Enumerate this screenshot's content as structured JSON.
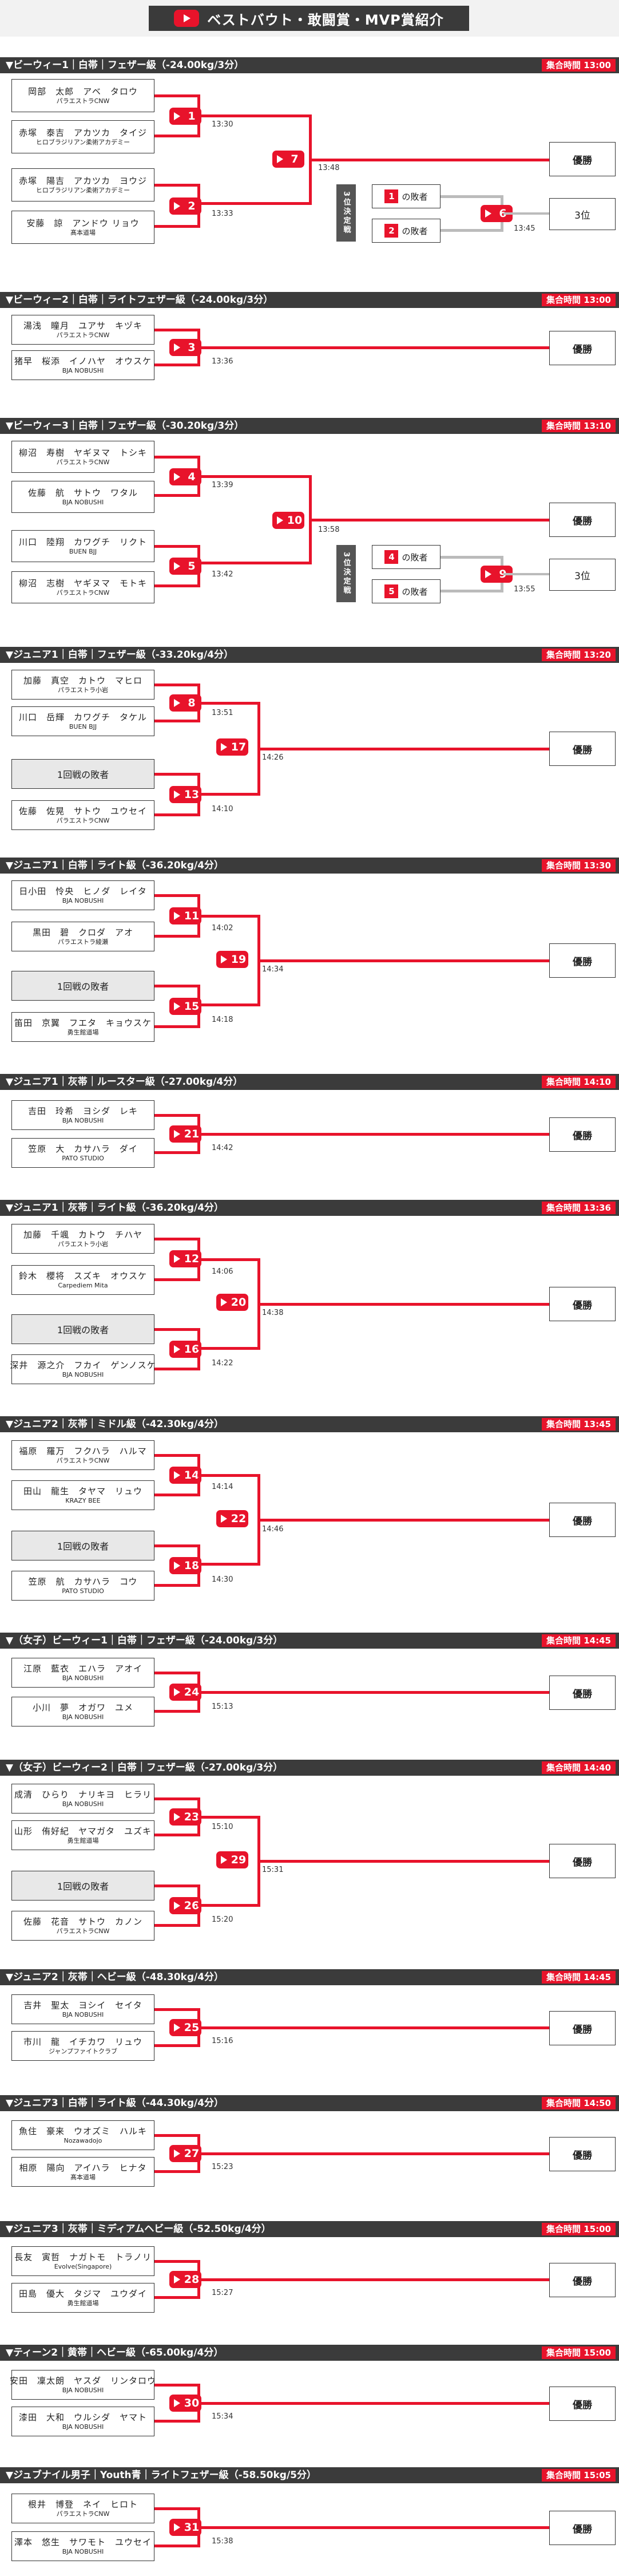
{
  "header": {
    "title": "ベストバウト・敢闘賞・MVP賞紹介",
    "icon": "play-icon"
  },
  "labels": {
    "winner": "優勝",
    "third": "3位",
    "loser_of": "の敗者",
    "third_place_match": "3位決定戦",
    "first_round_loser": "1回戦の敗者"
  },
  "colors": {
    "accent": "#e8132b",
    "header_bg": "#3b3b3b"
  },
  "s1": {
    "title": "▼ビーウィー1｜白帯｜フェザー級（-24.00kg/3分）",
    "time": "集合時間 13:00",
    "p": [
      {
        "name": "岡部　太郎　アベ　タロウ",
        "team": "パラエストラCNW"
      },
      {
        "name": "赤塚　泰吉　アカツカ　タイジ",
        "team": "ヒロブラジリアン柔術アカデミー"
      },
      {
        "name": "赤塚　陽吉　アカツカ　ヨウジ",
        "team": "ヒロブラジリアン柔術アカデミー"
      },
      {
        "name": "安藤　諒　アンドウ リョウ",
        "team": "髙本道場"
      }
    ],
    "m": [
      "1",
      "2",
      "7",
      "6"
    ],
    "t": [
      "13:30",
      "13:33",
      "13:48",
      "13:45"
    ],
    "l1": "1",
    "l2": "2"
  },
  "s2": {
    "title": "▼ビーウィー2｜白帯｜ライトフェザー級（-24.00kg/3分）",
    "time": "集合時間 13:00",
    "p": [
      {
        "name": "湯浅　瞳月　ユアサ　キヅキ",
        "team": "パラエストラCNW"
      },
      {
        "name": "猪早　桜添　イノハヤ　オウスケ",
        "team": "BJA NOBUSHI"
      }
    ],
    "m": [
      "3"
    ],
    "t": [
      "13:36"
    ]
  },
  "s3": {
    "title": "▼ビーウィー3｜白帯｜フェザー級（-30.20kg/3分）",
    "time": "集合時間 13:10",
    "p": [
      {
        "name": "柳沼　寿樹　ヤギヌマ　トシキ",
        "team": "パラエストラCNW"
      },
      {
        "name": "佐藤　航　サトウ　ワタル",
        "team": "BJA NOBUSHI"
      },
      {
        "name": "川口　陸翔　カワグチ　リクト",
        "team": "BUEN BJJ"
      },
      {
        "name": "柳沼　志樹　ヤギヌマ　モトキ",
        "team": "パラエストラCNW"
      }
    ],
    "m": [
      "4",
      "5",
      "10",
      "9"
    ],
    "t": [
      "13:39",
      "13:42",
      "13:58",
      "13:55"
    ],
    "l1": "4",
    "l2": "5"
  },
  "s4": {
    "title": "▼ジュニア1｜白帯｜フェザー級（-33.20kg/4分）",
    "time": "集合時間 13:20",
    "p": [
      {
        "name": "加藤　真空　カトウ　マヒロ",
        "team": "パラエストラ小岩"
      },
      {
        "name": "川口　岳輝　カワグチ　タケル",
        "team": "BUEN BJJ"
      },
      {
        "name": "佐藤　佐晃　サトウ　ユウセイ",
        "team": "パラエストラCNW"
      }
    ],
    "m": [
      "8",
      "13",
      "17"
    ],
    "t": [
      "13:51",
      "14:10",
      "14:26"
    ]
  },
  "s5": {
    "title": "▼ジュニア1｜白帯｜ライト級（-36.20kg/4分）",
    "time": "集合時間 13:30",
    "p": [
      {
        "name": "日小田　怜央　ヒノダ　レイタ",
        "team": "BJA NOBUSHI"
      },
      {
        "name": "黒田　碧　クロダ　アオ",
        "team": "パラエストラ綾瀬"
      },
      {
        "name": "笛田　京翼　フエタ　キョウスケ",
        "team": "勇生館道場"
      }
    ],
    "m": [
      "11",
      "15",
      "19"
    ],
    "t": [
      "14:02",
      "14:18",
      "14:34"
    ]
  },
  "s6": {
    "title": "▼ジュニア1｜灰帯｜ルースター級（-27.00kg/4分）",
    "time": "集合時間 14:10",
    "p": [
      {
        "name": "吉田　玲希　ヨシダ　レキ",
        "team": "BJA NOBUSHI"
      },
      {
        "name": "笠原　大　カサハラ　ダイ",
        "team": "PATO STUDIO"
      }
    ],
    "m": [
      "21"
    ],
    "t": [
      "14:42"
    ]
  },
  "s7": {
    "title": "▼ジュニア1｜灰帯｜ライト級（-36.20kg/4分）",
    "time": "集合時間 13:36",
    "p": [
      {
        "name": "加藤　千颯　カトウ　チハヤ",
        "team": "パラエストラ小岩"
      },
      {
        "name": "鈴木　櫻将　スズキ　オウスケ",
        "team": "Carpediem Mita"
      },
      {
        "name": "深井　源之介　フカイ　ゲンノスケ",
        "team": "BJA NOBUSHI"
      }
    ],
    "m": [
      "12",
      "16",
      "20"
    ],
    "t": [
      "14:06",
      "14:22",
      "14:38"
    ]
  },
  "s8": {
    "title": "▼ジュニア2｜灰帯｜ミドル級（-42.30kg/4分）",
    "time": "集合時間 13:45",
    "p": [
      {
        "name": "福原　羅万　フクハラ　ハルマ",
        "team": "パラエストラCNW"
      },
      {
        "name": "田山　龍生　タヤマ　リュウ",
        "team": "KRAZY BEE"
      },
      {
        "name": "笠原　航　カサハラ　コウ",
        "team": "PATO STUDIO"
      }
    ],
    "m": [
      "14",
      "18",
      "22"
    ],
    "t": [
      "14:14",
      "14:30",
      "14:46"
    ]
  },
  "s9": {
    "title": "▼（女子）ビーウィー1｜白帯｜フェザー級（-24.00kg/3分）",
    "time": "集合時間 14:45",
    "p": [
      {
        "name": "江原　藍衣　エハラ　アオイ",
        "team": "BJA NOBUSHI"
      },
      {
        "name": "小川　夢　オガワ　ユメ",
        "team": "BJA NOBUSHI"
      }
    ],
    "m": [
      "24"
    ],
    "t": [
      "15:13"
    ]
  },
  "s10": {
    "title": "▼（女子）ビーウィー2｜白帯｜フェザー級（-27.00kg/3分）",
    "time": "集合時間 14:40",
    "p": [
      {
        "name": "成清　ひらり　ナリキヨ　ヒラリ",
        "team": "BJA NOBUSHI"
      },
      {
        "name": "山形　侑好紀　ヤマガタ　ユズキ",
        "team": "勇生館道場"
      },
      {
        "name": "佐藤　花音　サトウ　カノン",
        "team": "パラエストラCNW"
      }
    ],
    "m": [
      "23",
      "26",
      "29"
    ],
    "t": [
      "15:10",
      "15:20",
      "15:31"
    ]
  },
  "s11": {
    "title": "▼ジュニア2｜灰帯｜ヘビー級（-48.30kg/4分）",
    "time": "集合時間 14:45",
    "p": [
      {
        "name": "吉井　聖太　ヨシイ　セイタ",
        "team": "BJA NOBUSHI"
      },
      {
        "name": "市川　龍　イチカワ　リュウ",
        "team": "ジャンプファイトクラブ"
      }
    ],
    "m": [
      "25"
    ],
    "t": [
      "15:16"
    ]
  },
  "s12": {
    "title": "▼ジュニア3｜白帯｜ライト級（-44.30kg/4分）",
    "time": "集合時間 14:50",
    "p": [
      {
        "name": "魚住　豪来　ウオズミ　ハルキ",
        "team": "Nozawadojo"
      },
      {
        "name": "相原　陽向　アイハラ　ヒナタ",
        "team": "髙本道場"
      }
    ],
    "m": [
      "27"
    ],
    "t": [
      "15:23"
    ]
  },
  "s13": {
    "title": "▼ジュニア3｜灰帯｜ミディアムヘビー級（-52.50kg/4分）",
    "time": "集合時間 15:00",
    "p": [
      {
        "name": "長友　寅哲　ナガトモ　トラノリ",
        "team": "Evolve(Singapore)"
      },
      {
        "name": "田島　優大　タジマ　ユウダイ",
        "team": "勇生館道場"
      }
    ],
    "m": [
      "28"
    ],
    "t": [
      "15:27"
    ]
  },
  "s14": {
    "title": "▼ティーン2｜黄帯｜ヘビー級（-65.00kg/4分）",
    "time": "集合時間 15:00",
    "p": [
      {
        "name": "安田　凜太朗　ヤスダ　リンタロウ",
        "team": "BJA NOBUSHI"
      },
      {
        "name": "漆田　大和　ウルシダ　ヤマト",
        "team": "BJA NOBUSHI"
      }
    ],
    "m": [
      "30"
    ],
    "t": [
      "15:34"
    ]
  },
  "s15": {
    "title": "▼ジュブナイル男子｜Youth青｜ライトフェザー級（-58.50kg/5分）",
    "time": "集合時間 15:05",
    "p": [
      {
        "name": "根井　博登　ネイ　ヒロト",
        "team": "パラエストラCNW"
      },
      {
        "name": "澤本　悠生　サワモト　ユウセイ",
        "team": "BJA NOBUSHI"
      }
    ],
    "m": [
      "31"
    ],
    "t": [
      "15:38"
    ]
  }
}
